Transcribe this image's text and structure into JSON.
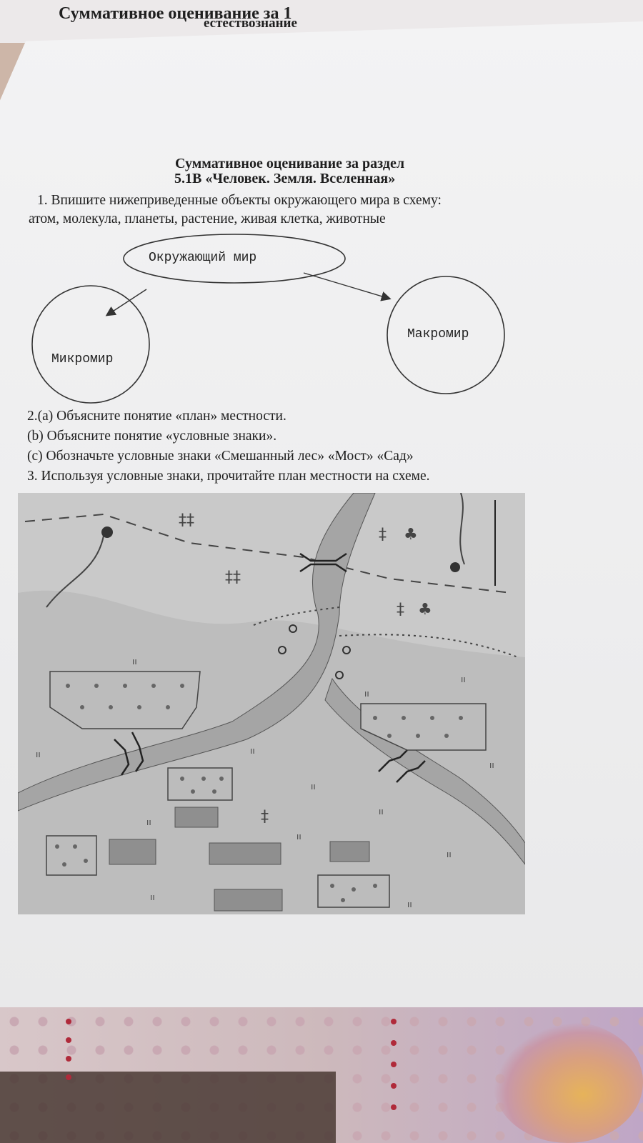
{
  "back_sheet": {
    "title": "Суммативное оценивание за 1",
    "subtitle": "естествознание"
  },
  "heading": {
    "line1": "Суммативное оценивание за раздел",
    "line2": "5.1В «Человек. Земля. Вселенная»"
  },
  "task1": {
    "line1": "1. Впишите нижеприведенные объекты окружающего мира в схему:",
    "line2": "атом, молекула, планеты, растение, живая клетка, животные"
  },
  "diagram": {
    "top": "Окружающий мир",
    "left": "Микромир",
    "right": "Макромир"
  },
  "task2": {
    "a": "2.(a) Объясните понятие «план» местности.",
    "b": "(b) Объясните понятие «условные знаки».",
    "c": "(c) Обозначьте условные знаки «Смешанный лес» «Мост» «Сад»"
  },
  "task3": {
    "text": "3. Используя условные знаки, прочитайте план местности на схеме."
  }
}
